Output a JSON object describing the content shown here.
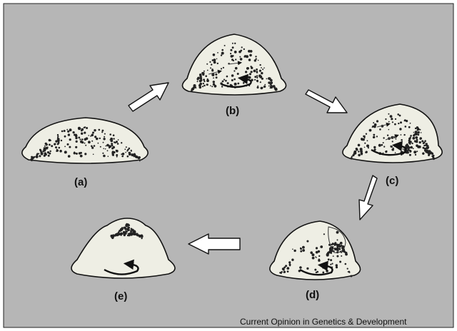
{
  "figure": {
    "background_color": "#b6b6b6",
    "mound_fill": "#eeeee4",
    "outline_color": "#111111",
    "arrow_fill": "#ffffff",
    "stages": [
      {
        "label": "(a)"
      },
      {
        "label": "(b)"
      },
      {
        "label": "(c)"
      },
      {
        "label": "(d)"
      },
      {
        "label": "(e)"
      }
    ],
    "credit": "Current Opinion in Genetics & Development"
  }
}
